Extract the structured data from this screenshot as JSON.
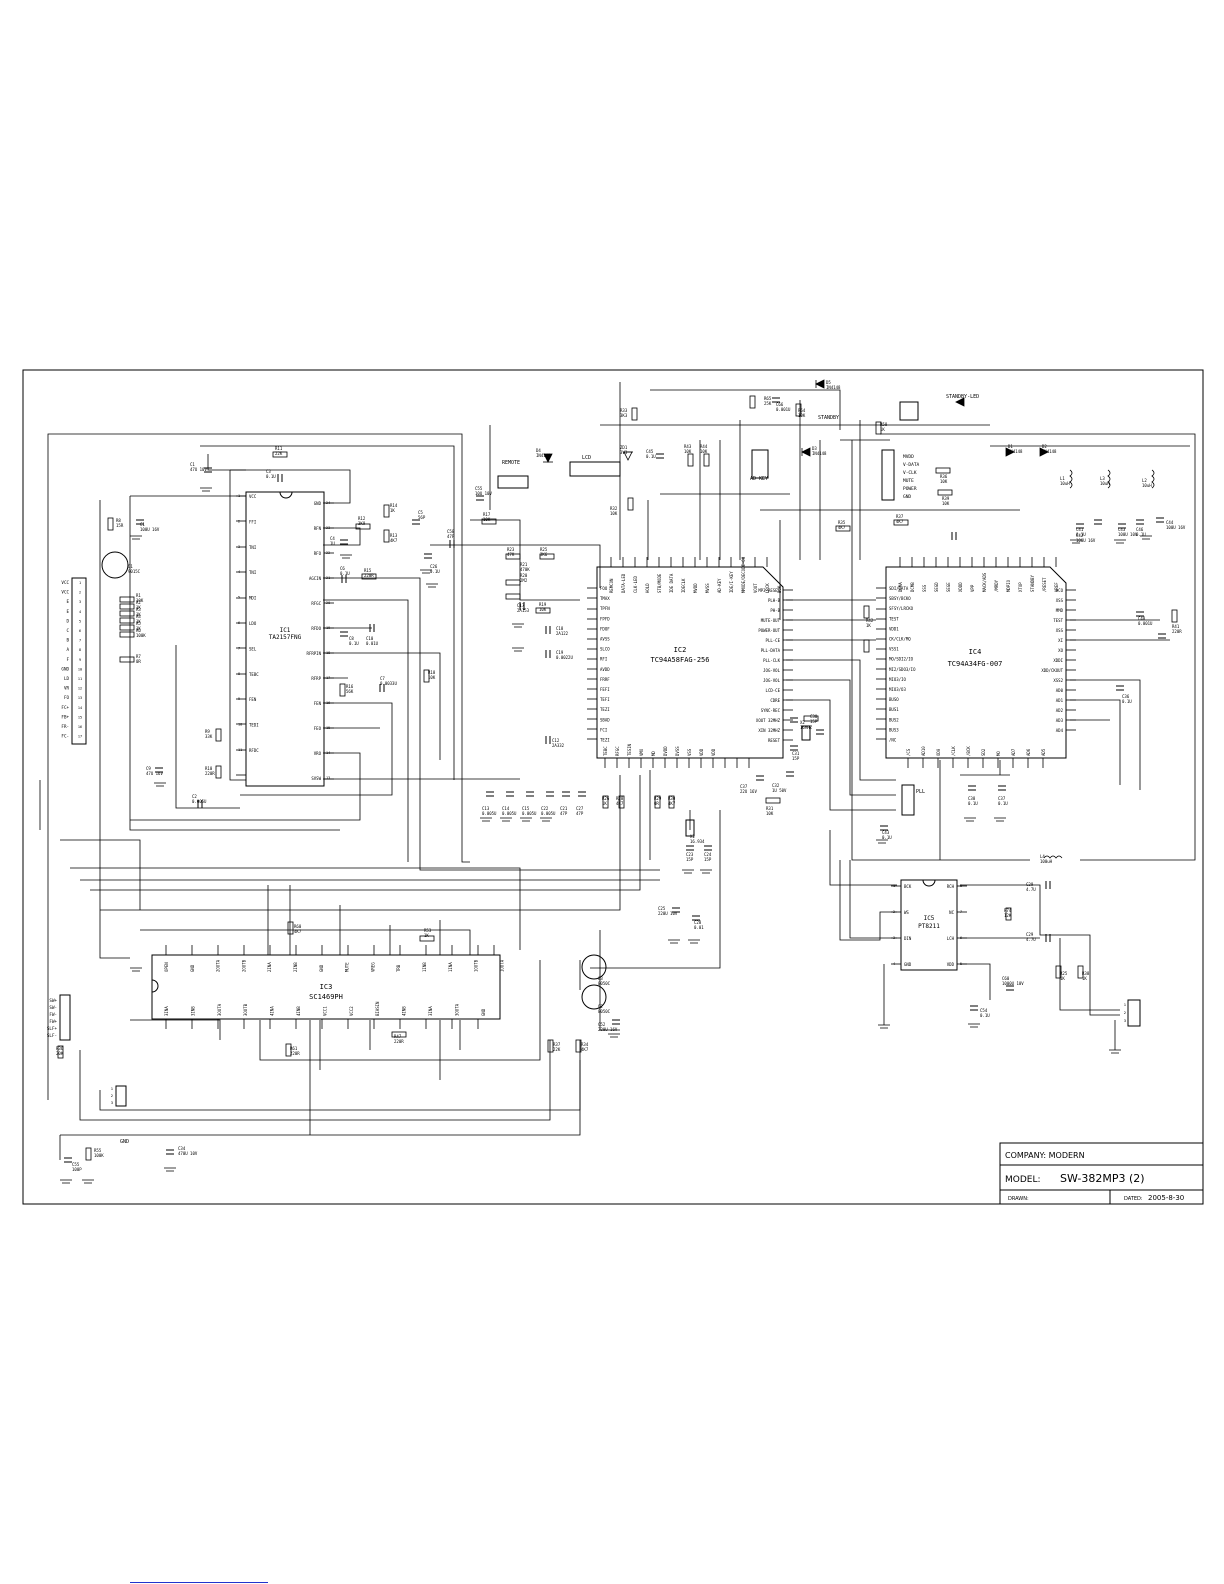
{
  "title_block": {
    "company": "COMPANY: MODERN",
    "model_label": "MODEL:",
    "model_value": "SW-382MP3 (2)",
    "drawn_label": "DRAWN:",
    "dated_label": "DATED:",
    "dated_value": "2005-8-30"
  },
  "ics": {
    "ic1": {
      "ref": "IC1",
      "part": "TA2157FNG",
      "left_pins": [
        {
          "n": "1",
          "name": "VCC"
        },
        {
          "n": "2",
          "name": "FFI"
        },
        {
          "n": "3",
          "name": "TNI"
        },
        {
          "n": "4",
          "name": "TNI"
        },
        {
          "n": "5",
          "name": "MDI"
        },
        {
          "n": "6",
          "name": "LDO"
        },
        {
          "n": "7",
          "name": "SEL"
        },
        {
          "n": "8",
          "name": "TEBC"
        },
        {
          "n": "9",
          "name": "FEN"
        },
        {
          "n": "10",
          "name": "TEDI"
        },
        {
          "n": "11",
          "name": "RFDC"
        }
      ],
      "right_pins": [
        {
          "n": "24",
          "name": "GND"
        },
        {
          "n": "23",
          "name": "RFN"
        },
        {
          "n": "22",
          "name": "RFO"
        },
        {
          "n": "21",
          "name": "AGCIN"
        },
        {
          "n": "20",
          "name": "RFGC"
        },
        {
          "n": "19",
          "name": "RFDO"
        },
        {
          "n": "18",
          "name": "RFRPIN"
        },
        {
          "n": "17",
          "name": "RFRP"
        },
        {
          "n": "16",
          "name": "FEN"
        },
        {
          "n": "15",
          "name": "FEO"
        },
        {
          "n": "14",
          "name": "VRO"
        },
        {
          "n": "13",
          "name": "SVSW"
        }
      ]
    },
    "ic2": {
      "ref": "IC2",
      "part": "TC94A58FAG-256",
      "top_pins": [
        "REMCON",
        "DATA-LED",
        "CLK-LED",
        "HOLD",
        "STB/MODE",
        "IDE DATA",
        "IDECLK",
        "MVDD",
        "MVSS",
        "AD-KEY",
        "IDE/I-KEY",
        "MMODE/DECODE-OK",
        "VOUT",
        "LRCK",
        "BCK"
      ],
      "left_pins": [
        "FOO",
        "TMAX",
        "TPFN",
        "FPFD",
        "FDOF",
        "AVSS",
        "SLCO",
        "RFI",
        "AVDD",
        "FRRF",
        "FEFI",
        "TEFI",
        "TEZI",
        "SBAD",
        "FCI",
        "TEZI"
      ],
      "right_pins": [
        "MP3-RESET",
        "PLH-B",
        "PH-B",
        "MUTE-OUT",
        "POWER-OUT",
        "PLL-CE",
        "PLL-DATA",
        "PLL-CLK",
        "JOG-VOL",
        "JOG-VOL",
        "LCD-CE",
        "CDRE",
        "SYNC-REC",
        "XOUT 32MHZ",
        "XIN 32MHZ",
        "RESET"
      ],
      "bottom_pins": [
        "TEBC",
        "RFGC",
        "TESIN",
        "VMO",
        "MD",
        "DVDD",
        "DVSS",
        "VSS",
        "VDD",
        "VDD"
      ]
    },
    "ic3": {
      "ref": "IC3",
      "part": "SC1469PH",
      "top_pins": [
        "OPEN",
        "GND",
        "2OUTA",
        "2OUTB",
        "2INA",
        "2INB",
        "GND",
        "MUTE",
        "VREG",
        "TRB",
        "1INB",
        "1INA",
        "1OUTB",
        "1OUTA"
      ],
      "bottom_pins": [
        "3INA",
        "3INB",
        "3OUTA",
        "3OUTB",
        "4INA",
        "4INB",
        "VCC1",
        "VCC2",
        "BIASIN",
        "4INB",
        "3INA",
        "3OUTA",
        "GND"
      ]
    },
    "ic4": {
      "ref": "IC4",
      "part": "TC94A34FG-007",
      "top_pins": [
        "DCMA",
        "DCMB",
        "SSS",
        "SEGD",
        "SEGE",
        "XDDD",
        "VPP",
        "MACK/ADS",
        "/MRDY",
        "MDPIO",
        "XTOP",
        "STANDBY",
        "/RESET",
        "VREF"
      ],
      "left_pins": [
        "SDI/DATA",
        "SBSY/BCKO",
        "SFSY/LRCKO",
        "TEST",
        "VDD1",
        "CK/CLK/MQ",
        "VSS1",
        "MO/SDI2/IO",
        "MI2/SDO3/IO",
        "MIO3/IO",
        "MIO3/O3",
        "BUSO",
        "BUS1",
        "BUS2",
        "BUS3",
        "/NC"
      ],
      "right_pins": [
        "VCO",
        "XSS",
        "MMD",
        "TEST",
        "XSS",
        "XI",
        "XO",
        "XDDI",
        "XDD/CKOUT",
        "XSS2",
        "AD0",
        "AD1",
        "AD2",
        "AD3",
        "AD4"
      ],
      "bottom_pins": [
        "/CS",
        "AD10",
        "OD0",
        "/CLK",
        "/BCK",
        "SD2",
        "MO",
        "AD7",
        "AD6",
        "AD5"
      ]
    },
    "ic5": {
      "ref": "IC5",
      "part": "PT8211",
      "left_pins": [
        {
          "n": "1",
          "name": "BCK"
        },
        {
          "n": "2",
          "name": "WS"
        },
        {
          "n": "3",
          "name": "DIN"
        },
        {
          "n": "4",
          "name": "GND"
        }
      ],
      "right_pins": [
        {
          "n": "8",
          "name": "RCH"
        },
        {
          "n": "7",
          "name": "NC"
        },
        {
          "n": "6",
          "name": "LCH"
        },
        {
          "n": "5",
          "name": "VDD"
        }
      ]
    }
  },
  "components": [
    {
      "id": "R11",
      "value": "22K"
    },
    {
      "id": "C1",
      "value": "47U 10V"
    },
    {
      "id": "C3",
      "value": "0.1U"
    },
    {
      "id": "R8",
      "value": "15R"
    },
    {
      "id": "C1b",
      "value": "100U 16V"
    },
    {
      "id": "Q1",
      "value": "9015C"
    },
    {
      "id": "R1",
      "value": "10K"
    },
    {
      "id": "R2",
      "value": "1K"
    },
    {
      "id": "R3",
      "value": "1K"
    },
    {
      "id": "R4",
      "value": "1K"
    },
    {
      "id": "R5",
      "value": "1K"
    },
    {
      "id": "R6",
      "value": "100K"
    },
    {
      "id": "R7",
      "value": "0R"
    },
    {
      "id": "R9",
      "value": "33K"
    },
    {
      "id": "R10",
      "value": "220R"
    },
    {
      "id": "C9",
      "value": "47U 16V"
    },
    {
      "id": "C2",
      "value": "0.005U"
    },
    {
      "id": "R12",
      "value": "3K9"
    },
    {
      "id": "C4",
      "value": "1U"
    },
    {
      "id": "R14",
      "value": "1K"
    },
    {
      "id": "R13",
      "value": "4K7"
    },
    {
      "id": "C5",
      "value": "56P"
    },
    {
      "id": "C6",
      "value": "0.1U"
    },
    {
      "id": "R15",
      "value": "220R"
    },
    {
      "id": "C26",
      "value": "0.1U"
    },
    {
      "id": "C8",
      "value": "0.1U"
    },
    {
      "id": "C10",
      "value": "0.01U"
    },
    {
      "id": "C7",
      "value": "0.0033U"
    },
    {
      "id": "R18",
      "value": "10K"
    },
    {
      "id": "R16",
      "value": "56K"
    },
    {
      "id": "C58",
      "value": "47P"
    },
    {
      "id": "R17",
      "value": "10K"
    },
    {
      "id": "C55",
      "value": "10U 10V"
    },
    {
      "id": "R23",
      "value": "47K"
    },
    {
      "id": "R25",
      "value": "3K6"
    },
    {
      "id": "R21",
      "value": "470K"
    },
    {
      "id": "R20",
      "value": "2M2"
    },
    {
      "id": "C17",
      "value": "2A153"
    },
    {
      "id": "R19",
      "value": "10K"
    },
    {
      "id": "C18",
      "value": "2A122"
    },
    {
      "id": "C19",
      "value": "0.0022U"
    },
    {
      "id": "C12",
      "value": "2A332"
    },
    {
      "id": "C13",
      "value": "0.005U"
    },
    {
      "id": "C14",
      "value": "0.005U"
    },
    {
      "id": "C15",
      "value": "0.005U"
    },
    {
      "id": "C22",
      "value": "0.005U"
    },
    {
      "id": "C21",
      "value": "47P"
    },
    {
      "id": "C27",
      "value": "47P"
    },
    {
      "id": "R26",
      "value": "1K"
    },
    {
      "id": "R28",
      "value": "4K7"
    },
    {
      "id": "R29",
      "value": "0R"
    },
    {
      "id": "R30",
      "value": "4K7"
    },
    {
      "id": "X1",
      "value": "16.934"
    },
    {
      "id": "C23",
      "value": "15P"
    },
    {
      "id": "C24",
      "value": "15P"
    },
    {
      "id": "C25",
      "value": "220U 10V"
    },
    {
      "id": "C28",
      "value": "0.01"
    },
    {
      "id": "R33",
      "value": "3K3"
    },
    {
      "id": "D4",
      "value": "IN4148"
    },
    {
      "id": "ZD1",
      "value": "3V3"
    },
    {
      "id": "C45",
      "value": "0.1U"
    },
    {
      "id": "R32",
      "value": "10K"
    },
    {
      "id": "R65",
      "value": "25K"
    },
    {
      "id": "C66",
      "value": "0.001U"
    },
    {
      "id": "R64",
      "value": "10K"
    },
    {
      "id": "D5",
      "value": "IN4148"
    },
    {
      "id": "R43",
      "value": "10K"
    },
    {
      "id": "R44",
      "value": "10K"
    },
    {
      "id": "D3",
      "value": "IN4148"
    },
    {
      "id": "R58",
      "value": "1K"
    },
    {
      "id": "R36",
      "value": "10K"
    },
    {
      "id": "R39",
      "value": "10K"
    },
    {
      "id": "D1",
      "value": "IN4148"
    },
    {
      "id": "D2",
      "value": "IN4148"
    },
    {
      "id": "L1",
      "value": "10uH"
    },
    {
      "id": "L3",
      "value": "10uH"
    },
    {
      "id": "L2",
      "value": "10uH"
    },
    {
      "id": "C41",
      "value": "0.1U"
    },
    {
      "id": "C42",
      "value": "100U 16V"
    },
    {
      "id": "C43",
      "value": "100U 10V"
    },
    {
      "id": "C46",
      "value": "0.1U"
    },
    {
      "id": "C44",
      "value": "100U 16V"
    },
    {
      "id": "C48",
      "value": "0.001U"
    },
    {
      "id": "R41",
      "value": "220R"
    },
    {
      "id": "C36",
      "value": "0.1U"
    },
    {
      "id": "R35",
      "value": "4K7"
    },
    {
      "id": "R37",
      "value": "4K7"
    },
    {
      "id": "R42",
      "value": "1K"
    },
    {
      "id": "C30",
      "value": "15P"
    },
    {
      "id": "C31",
      "value": "15P"
    },
    {
      "id": "X2",
      "value": "16MHZ"
    },
    {
      "id": "C37",
      "value": "22U 16V"
    },
    {
      "id": "C32",
      "value": "1U 50V"
    },
    {
      "id": "R31",
      "value": "10K"
    },
    {
      "id": "C38",
      "value": "0.1U"
    },
    {
      "id": "C37b",
      "value": "0.1U"
    },
    {
      "id": "C43b",
      "value": "0.1U"
    },
    {
      "id": "L4",
      "value": "100uH"
    },
    {
      "id": "C29",
      "value": "4.7U"
    },
    {
      "id": "C29b",
      "value": "4.7U"
    },
    {
      "id": "R74",
      "value": "12K"
    },
    {
      "id": "C60",
      "value": "1000U 10V"
    },
    {
      "id": "C54",
      "value": "0.1U"
    },
    {
      "id": "R25b",
      "value": "1K"
    },
    {
      "id": "R38",
      "value": "1K"
    },
    {
      "id": "R60",
      "value": "4K7"
    },
    {
      "id": "R53",
      "value": "1K"
    },
    {
      "id": "R47",
      "value": "220R"
    },
    {
      "id": "R61",
      "value": "220R"
    },
    {
      "id": "R37b",
      "value": "22K"
    },
    {
      "id": "R34",
      "value": "4K7"
    },
    {
      "id": "Q3",
      "value": "8050C"
    },
    {
      "id": "Q2",
      "value": "8050C"
    },
    {
      "id": "C52",
      "value": "220U 16V"
    },
    {
      "id": "R36b",
      "value": "20K"
    },
    {
      "id": "C55b",
      "value": "100P"
    },
    {
      "id": "R55",
      "value": "100K"
    },
    {
      "id": "C34",
      "value": "470U 10V"
    }
  ],
  "connectors": {
    "j1_pins": [
      "VCC",
      "VCC",
      "E",
      "E",
      "D",
      "C",
      "B",
      "A",
      "F",
      "GND",
      "LD",
      "VR",
      "FO",
      "FC+",
      "FB+",
      "FR-",
      "FC-"
    ],
    "j5_pins": [
      "SW+",
      "SW-",
      "FW-",
      "FW+",
      "SLF+",
      "SLF-"
    ],
    "remote": "REMOTE",
    "standby": "STANDBY",
    "standby_led": "STANDBY-LED",
    "lcd": "LCD",
    "ad_key": "AD KEY",
    "gnd": "GND",
    "pll": "PLL",
    "j6_pins": [
      "MVDD",
      "V-DATA",
      "V-CLK",
      "MUTE",
      "POWER",
      "GND"
    ],
    "j4_pins": [
      "1",
      "2",
      "3"
    ],
    "j2_pins": [
      "1",
      "2",
      "3"
    ]
  }
}
